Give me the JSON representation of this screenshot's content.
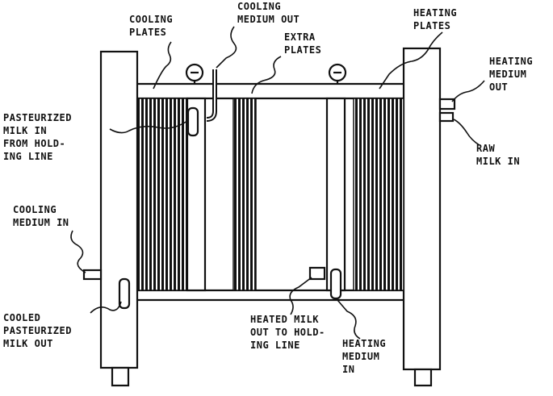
{
  "colors": {
    "ink": "#111111",
    "paper": "#ffffff"
  },
  "labels": {
    "cooling_plates": [
      "COOLING",
      "PLATES"
    ],
    "cooling_medium_out": [
      "COOLING",
      "MEDIUM OUT"
    ],
    "heating_plates": [
      "HEATING",
      "PLATES"
    ],
    "extra_plates": [
      "EXTRA",
      "PLATES"
    ],
    "heating_medium_out": [
      "HEATING",
      "MEDIUM",
      "OUT"
    ],
    "pasteurized_milk_in": [
      "PASTEURIZED",
      "MILK IN",
      "FROM HOLD-",
      "ING LINE"
    ],
    "raw_milk_in": [
      "RAW",
      "MILK IN"
    ],
    "cooling_medium_in": [
      "COOLING",
      "MEDIUM IN"
    ],
    "cooled_pasteurized_milk_out": [
      "COOLED",
      "PASTEURIZED",
      "MILK OUT"
    ],
    "heated_milk_out": [
      "HEATED MILK",
      "OUT TO HOLD-",
      "ING LINE"
    ],
    "heating_medium_in": [
      "HEATING",
      "MEDIUM",
      "IN"
    ]
  }
}
